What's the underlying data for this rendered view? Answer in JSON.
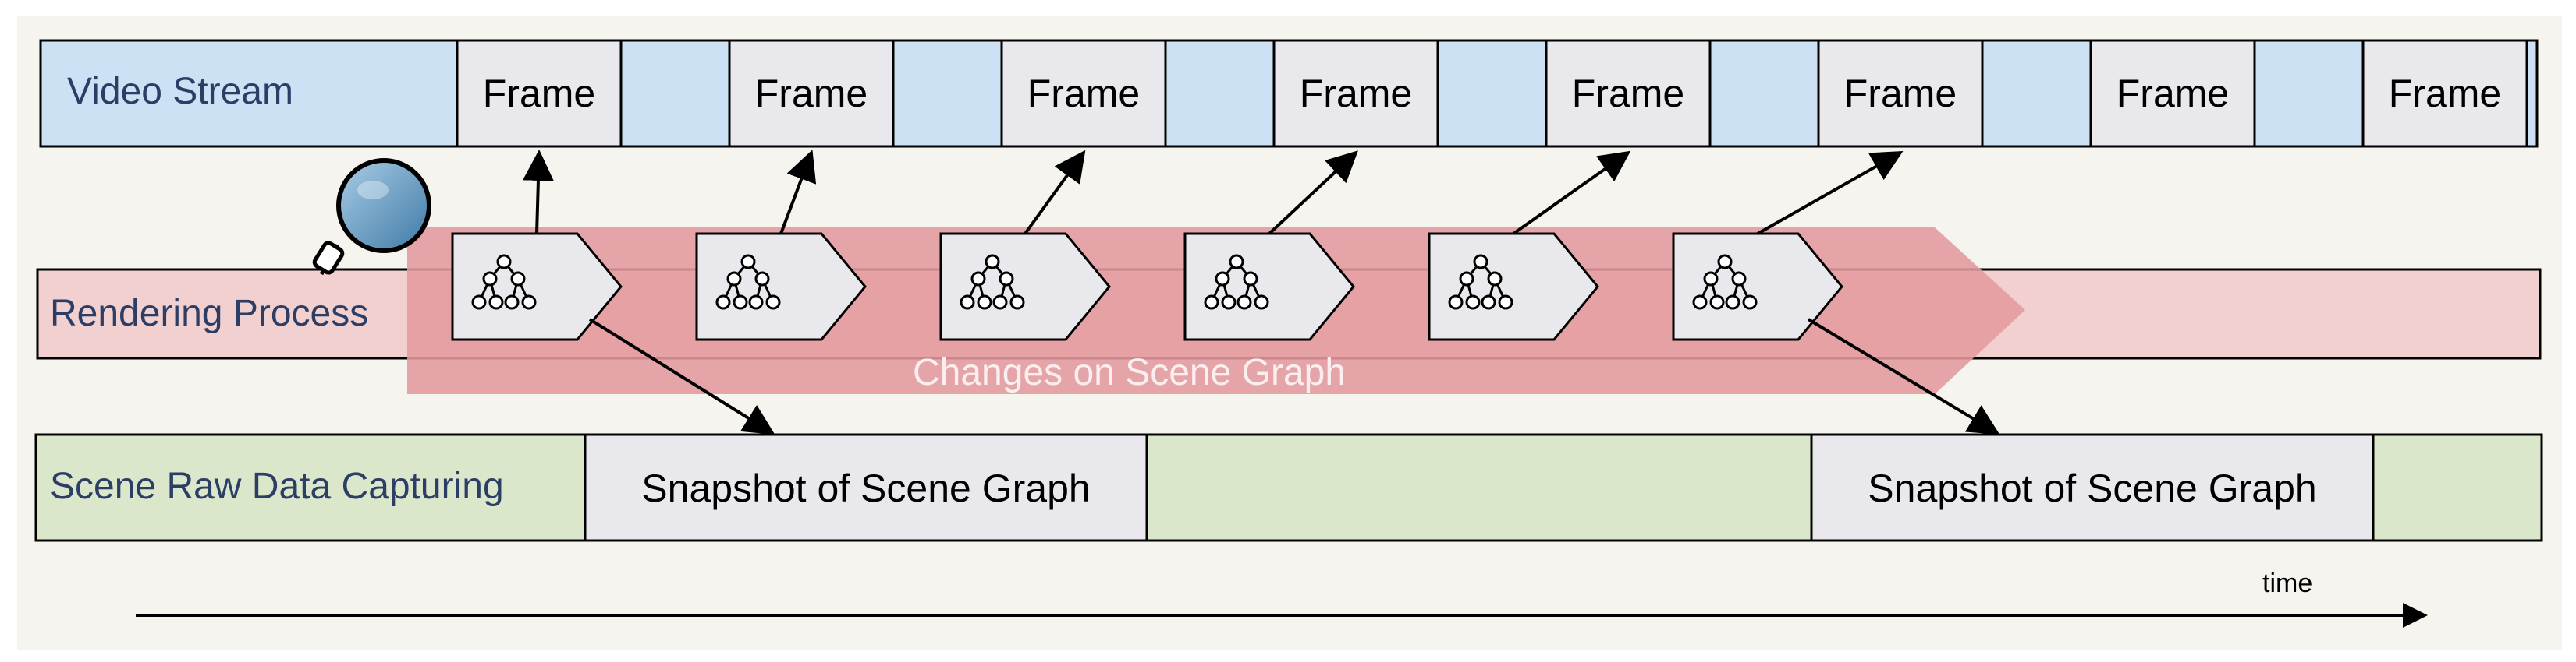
{
  "rows": {
    "video_stream": {
      "label": "Video Stream"
    },
    "rendering_process": {
      "label": "Rendering Process"
    },
    "scene_capture": {
      "label": "Scene Raw Data Capturing"
    }
  },
  "frames": [
    {
      "label": "Frame"
    },
    {
      "label": "Frame"
    },
    {
      "label": "Frame"
    },
    {
      "label": "Frame"
    },
    {
      "label": "Frame"
    },
    {
      "label": "Frame"
    },
    {
      "label": "Frame"
    },
    {
      "label": "Frame"
    }
  ],
  "scene_graph_node_count": 6,
  "changes_label": "Changes on Scene Graph",
  "snapshots": [
    {
      "label": "Snapshot of Scene Graph"
    },
    {
      "label": "Snapshot of Scene Graph"
    }
  ],
  "time_label": "time",
  "icons": {
    "inspector": "magnifier-icon",
    "scene_graph": "tree-icon"
  },
  "colors": {
    "background": "#f5f4ee",
    "video_fill": "#cce2f4",
    "frame_fill": "#e9e8ed",
    "rendering_fill": "#f1d0cf",
    "changes_band": "#e29a9e",
    "capture_fill": "#dbe7cb",
    "snapshot_fill": "#e9e8ed",
    "magnifier_lens": "#5f93b8",
    "label_text": "#2c3e66",
    "changes_text": "#fbeeee"
  }
}
